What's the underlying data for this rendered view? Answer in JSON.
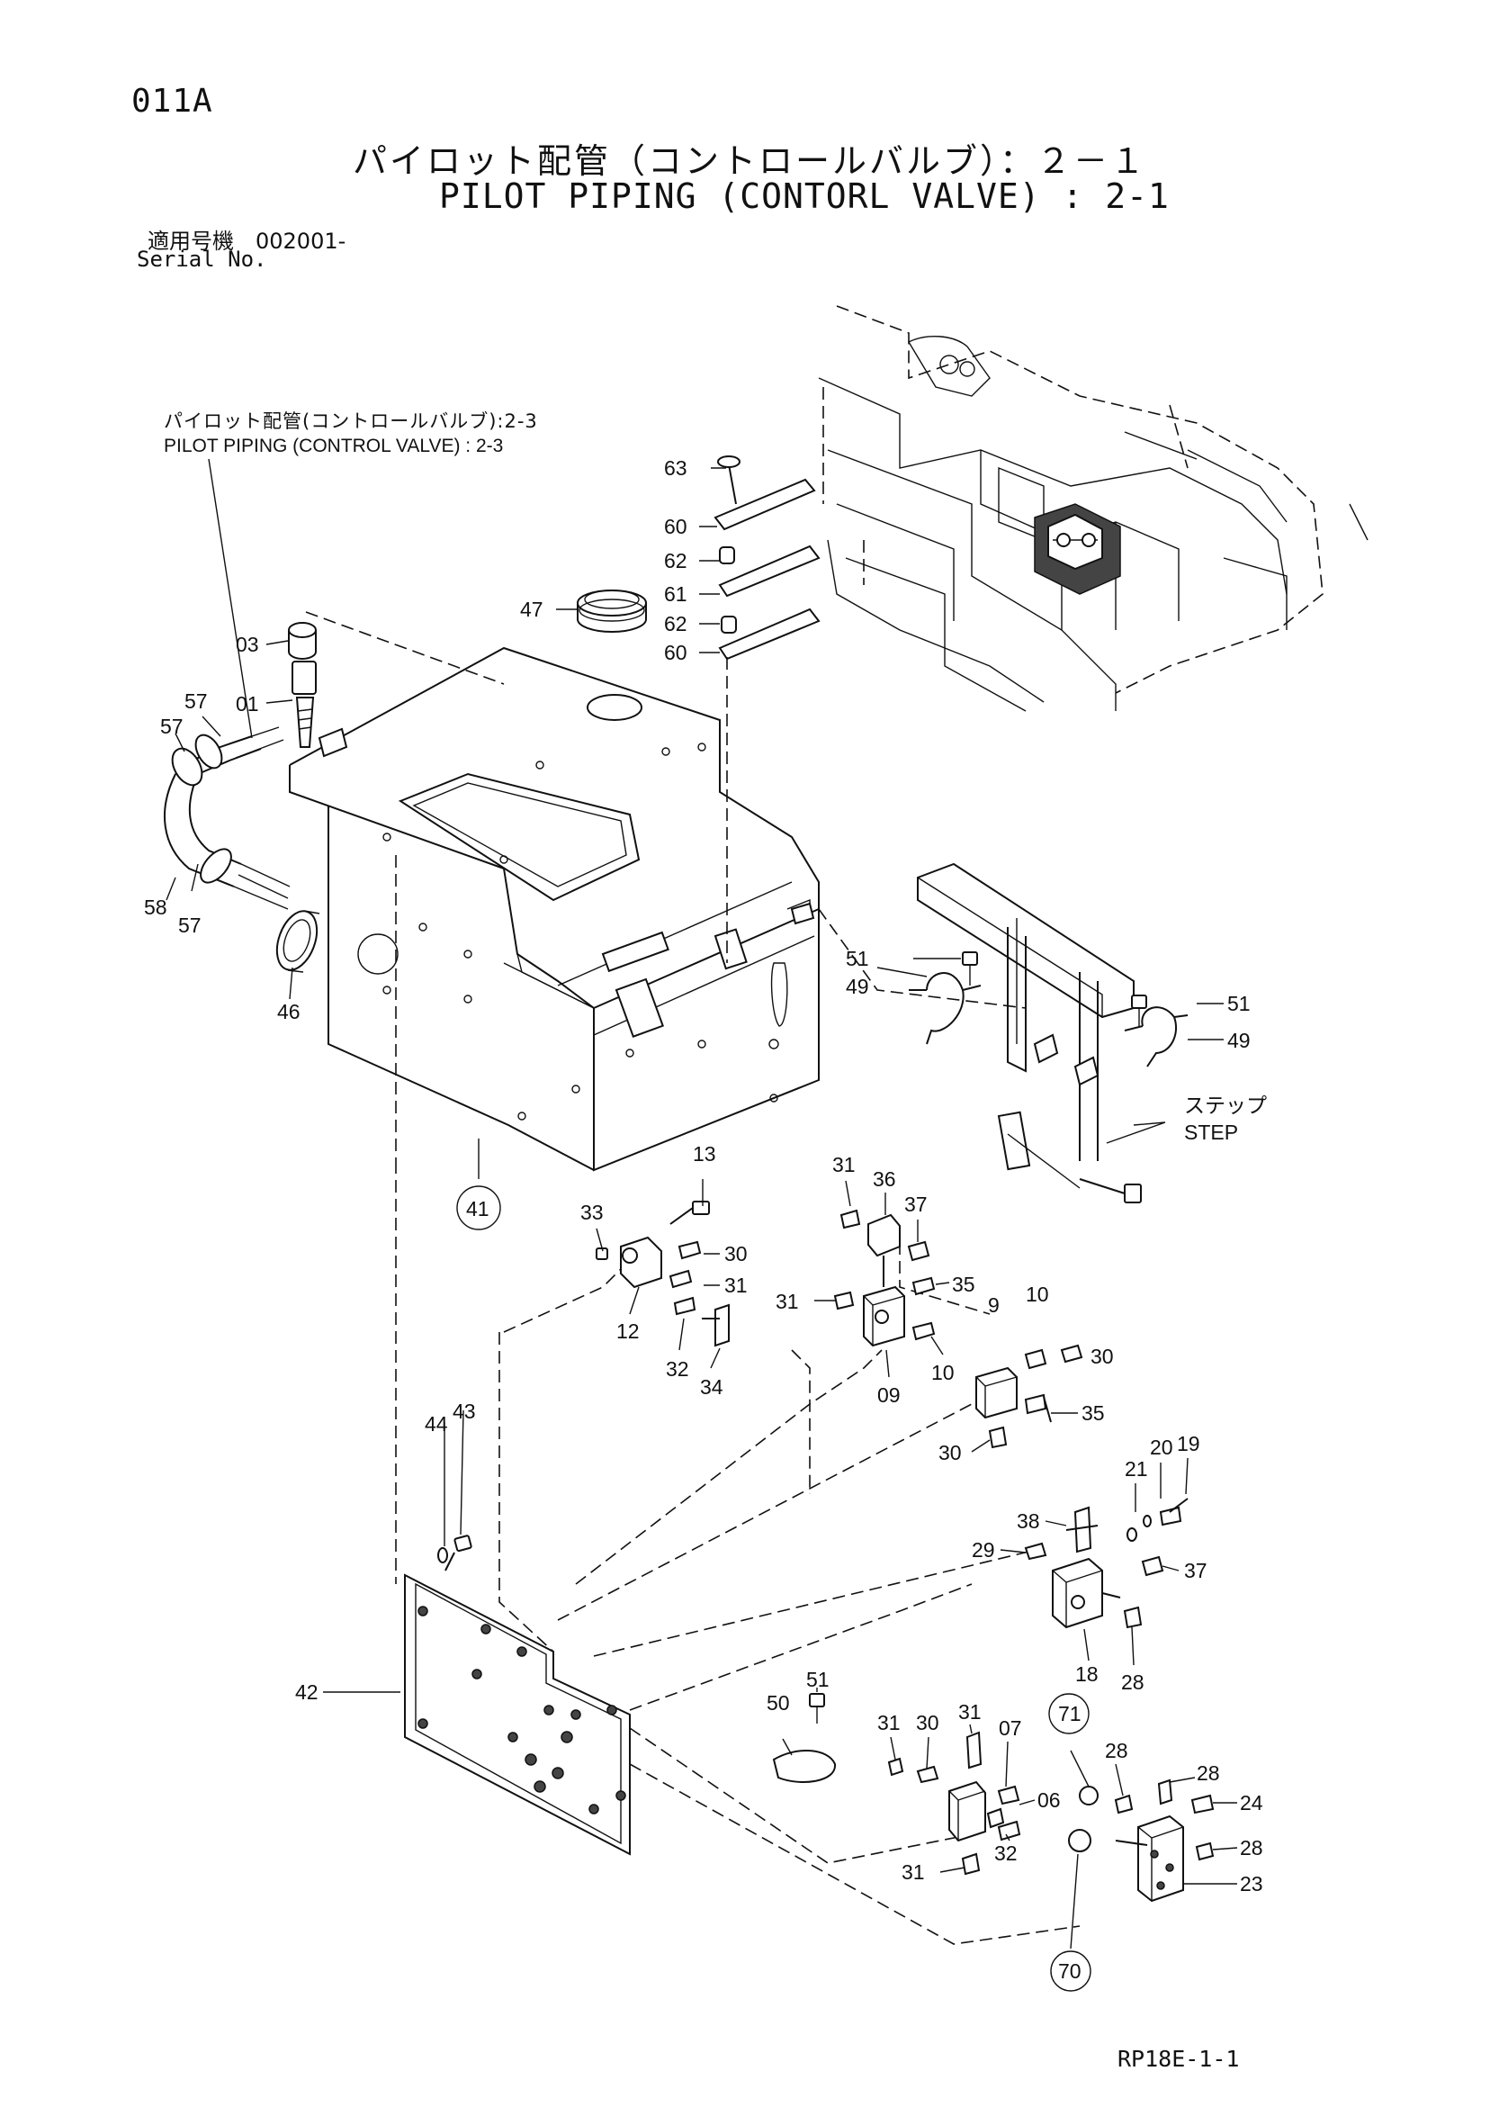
{
  "header": {
    "page_code": "011A",
    "title_jp": "パイロット配管（コントロールバルブ）：２－１",
    "title_en": "PILOT PIPING (CONTORL VALVE) : 2-1",
    "serial_label_jp": "適用号機　002001-",
    "serial_label_en": "Serial No."
  },
  "reference": {
    "text_jp": "パイロット配管(コントロールバルブ):2-3",
    "text_en": "PILOT PIPING (CONTROL VALVE) : 2-3"
  },
  "step_label": {
    "jp": "ステップ",
    "en": "STEP"
  },
  "part_numbers": {
    "p63": "63",
    "p60a": "60",
    "p62a": "62",
    "p61": "61",
    "p62b": "62",
    "p60b": "60",
    "p47": "47",
    "p03": "03",
    "p01": "01",
    "p57a": "57",
    "p57b": "57",
    "p58": "58",
    "p57c": "57",
    "p46": "46",
    "p41": "41",
    "p51a": "51",
    "p49a": "49",
    "p51b": "51",
    "p49b": "49",
    "p13": "13",
    "p33": "33",
    "p30a": "30",
    "p31a": "31",
    "p12": "12",
    "p32a": "32",
    "p34": "34",
    "p31b": "31",
    "p36": "36",
    "p37a": "37",
    "p31c": "31",
    "p35a": "35",
    "p09": "09",
    "p10a": "10",
    "p10b": "10",
    "p30b": "30",
    "p35b": "35",
    "p30c": "30",
    "p19": "19",
    "p20": "20",
    "p21": "21",
    "p38": "38",
    "p29": "29",
    "p37b": "37",
    "p18": "18",
    "p28a": "28",
    "p44": "44",
    "p43": "43",
    "p42": "42",
    "p51c": "51",
    "p50": "50",
    "p31d": "31",
    "p30d": "30",
    "p31e": "31",
    "p07": "07",
    "p71": "71",
    "p06": "06",
    "p31f": "31",
    "p32b": "32",
    "p28b": "28",
    "p28c": "28",
    "p24": "24",
    "p28d": "28",
    "p23": "23",
    "p70": "70",
    "p9": "9"
  },
  "footer": {
    "drawing_number": "RP18E-1-1"
  }
}
